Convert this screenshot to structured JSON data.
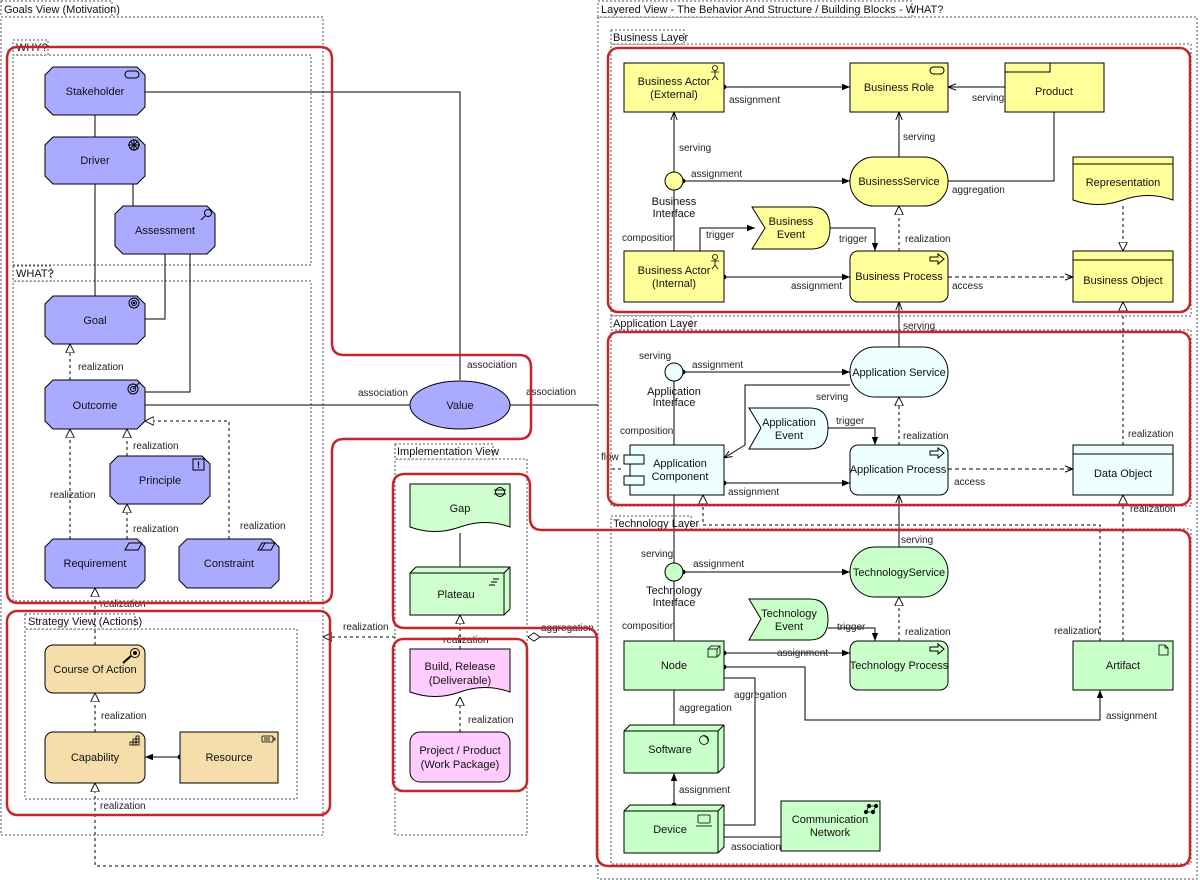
{
  "views": {
    "goals": "Goals View (Motivation)",
    "why": "WHY?",
    "what": "WHAT?",
    "strategy": "Strategy View (Actions)",
    "implementation": "Implementation View",
    "layered": "Layered View - The Behavior And Structure / Building Blocks - WHAT?",
    "business_layer": "Business Layer",
    "application_layer": "Application Layer",
    "technology_layer": "Technology Layer"
  },
  "nodes": {
    "stakeholder": "Stakeholder",
    "driver": "Driver",
    "assessment": "Assessment",
    "goal": "Goal",
    "outcome": "Outcome",
    "principle": "Principle",
    "requirement": "Requirement",
    "constraint": "Constraint",
    "value": "Value",
    "course_of_action": "Course Of Action",
    "capability": "Capability",
    "resource": "Resource",
    "gap": "Gap",
    "plateau": "Plateau",
    "deliverable": [
      "Build, Release",
      "(Deliverable)"
    ],
    "work_package": [
      "Project / Product",
      "(Work Package)"
    ],
    "business_actor_ext": [
      "Business Actor",
      "(External)"
    ],
    "business_role": "Business Role",
    "product": "Product",
    "business_interface": [
      "Business",
      "Interface"
    ],
    "business_service": "BusinessService",
    "representation": "Representation",
    "business_event": [
      "Business",
      "Event"
    ],
    "business_actor_int": [
      "Business Actor",
      "(Internal)"
    ],
    "business_process": "Business Process",
    "business_object": "Business Object",
    "application_interface": [
      "Application",
      "Interface"
    ],
    "application_service": "Application Service",
    "application_event": [
      "Application",
      "Event"
    ],
    "application_component": [
      "Application",
      "Component"
    ],
    "application_process": "Application Process",
    "data_object": "Data Object",
    "technology_interface": [
      "Technology",
      "Interface"
    ],
    "technology_service": "TechnologyService",
    "technology_event": [
      "Technology",
      "Event"
    ],
    "node": "Node",
    "technology_process": "Technology Process",
    "artifact": "Artifact",
    "software": "Software",
    "device": "Device",
    "communication_network": [
      "Communication",
      "Network"
    ]
  },
  "edge_labels": {
    "realization": "realization",
    "association": "association",
    "assignment": "assignment",
    "serving": "serving",
    "aggregation": "aggregation",
    "composition": "composition",
    "trigger": "trigger",
    "access": "access",
    "flow": "flow"
  },
  "colors": {
    "motivation": "#aaaaff",
    "strategy": "#f5deaa",
    "implementation_green": "#cfffcf",
    "implementation_pink": "#ffccff",
    "business": "#ffff99",
    "application": "#eeffff",
    "technology": "#c9ffc9",
    "highlight": "#c1272d"
  },
  "icons": [
    "role-icon",
    "driver-icon",
    "assessment-icon",
    "goal-icon",
    "outcome-icon",
    "principle-icon",
    "requirement-icon",
    "constraint-icon",
    "course-of-action-icon",
    "capability-icon",
    "resource-icon",
    "gap-icon",
    "plateau-icon",
    "actor-icon",
    "process-arrow-icon",
    "component-icon",
    "node-icon",
    "system-software-icon",
    "device-icon",
    "network-icon",
    "artifact-icon"
  ]
}
